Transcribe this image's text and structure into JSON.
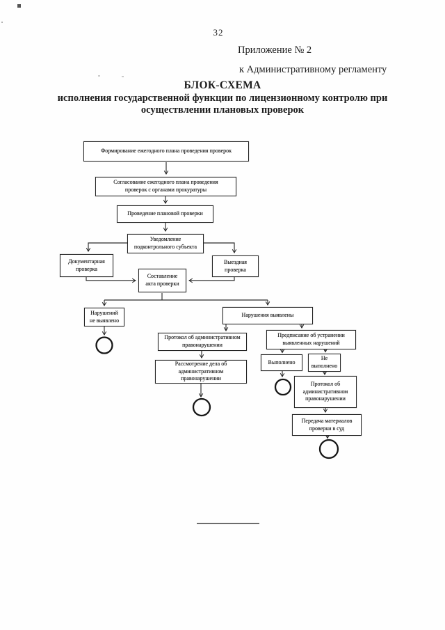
{
  "page": {
    "number": "32",
    "appendix_line1": "Приложение № 2",
    "appendix_line2": "к Административному регламенту",
    "title": "БЛОК-СХЕМА",
    "subtitle": "исполнения государственной функции по лицензионному контролю при осуществлении плановых проверок"
  },
  "flowchart": {
    "nodes": {
      "form_plan": "Формирование ежегодного плана проведения проверок",
      "approve_plan": "Согласование ежегодного плана проведения\nпроверок с органами прокуратуры",
      "conduct_check": "Проведение плановой проверки",
      "notify_subject": "Уведомление\nподконтрольного субъекта",
      "documentary_check": "Документарная\nпроверка",
      "field_check": "Выездная\nпроверка",
      "act_drafting": "Составление\nакта проверки",
      "no_violations": "Нарушений\nне выявлено",
      "violations_found": "Нарушения выявлены",
      "protocol_admin": "Протокол об административном\nправонарушении",
      "prescription": "Предписание об устранении\nвыявленных нарушений",
      "case_consideration": "Рассмотрение дела об\nадминистративном\nправонарушении",
      "fulfilled": "Выполнено",
      "not_fulfilled": "Не\nвыполнено",
      "protocol_admin2": "Протокол об\nадминистративном\nправонарушении",
      "transfer_to_court": "Передача материалов\nпроверки в суд"
    }
  },
  "colors": {
    "ink": "#1c1c1c",
    "line": "#2b2b2b",
    "paper": "#fefefe"
  }
}
